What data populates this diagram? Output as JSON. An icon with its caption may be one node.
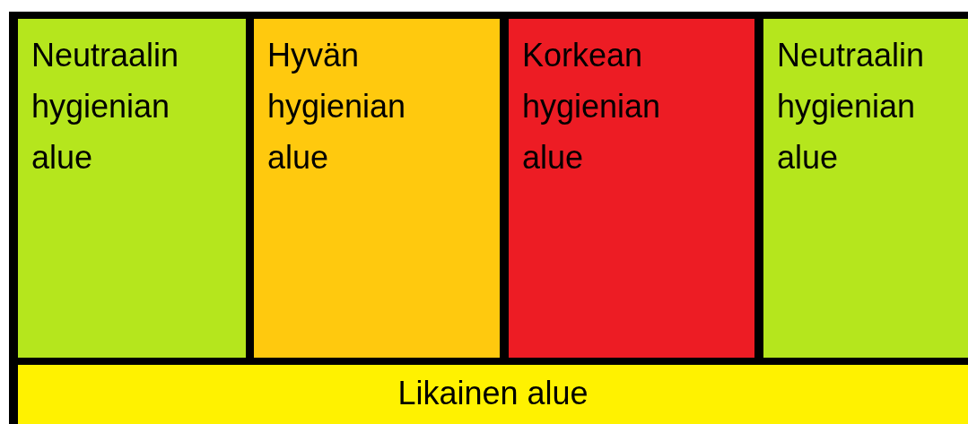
{
  "diagram": {
    "nodes": [
      {
        "text": [],
        "shape": "box"
      },
      {
        "text": [
          "Neutraalin hygienian alue"
        ],
        "in": 0
      },
      {
        "text": [
          "Hyvän hygienian alue"
        ],
        "in": 0
      },
      {
        "text": [
          "Korkean hygienian alue"
        ],
        "in": 0
      },
      {
        "text": [
          "Neutraalin hygienian alue"
        ],
        "in": 0
      },
      {
        "text": [
          "Likainen alue"
        ],
        "in": 0
      }
    ]
  }
}
